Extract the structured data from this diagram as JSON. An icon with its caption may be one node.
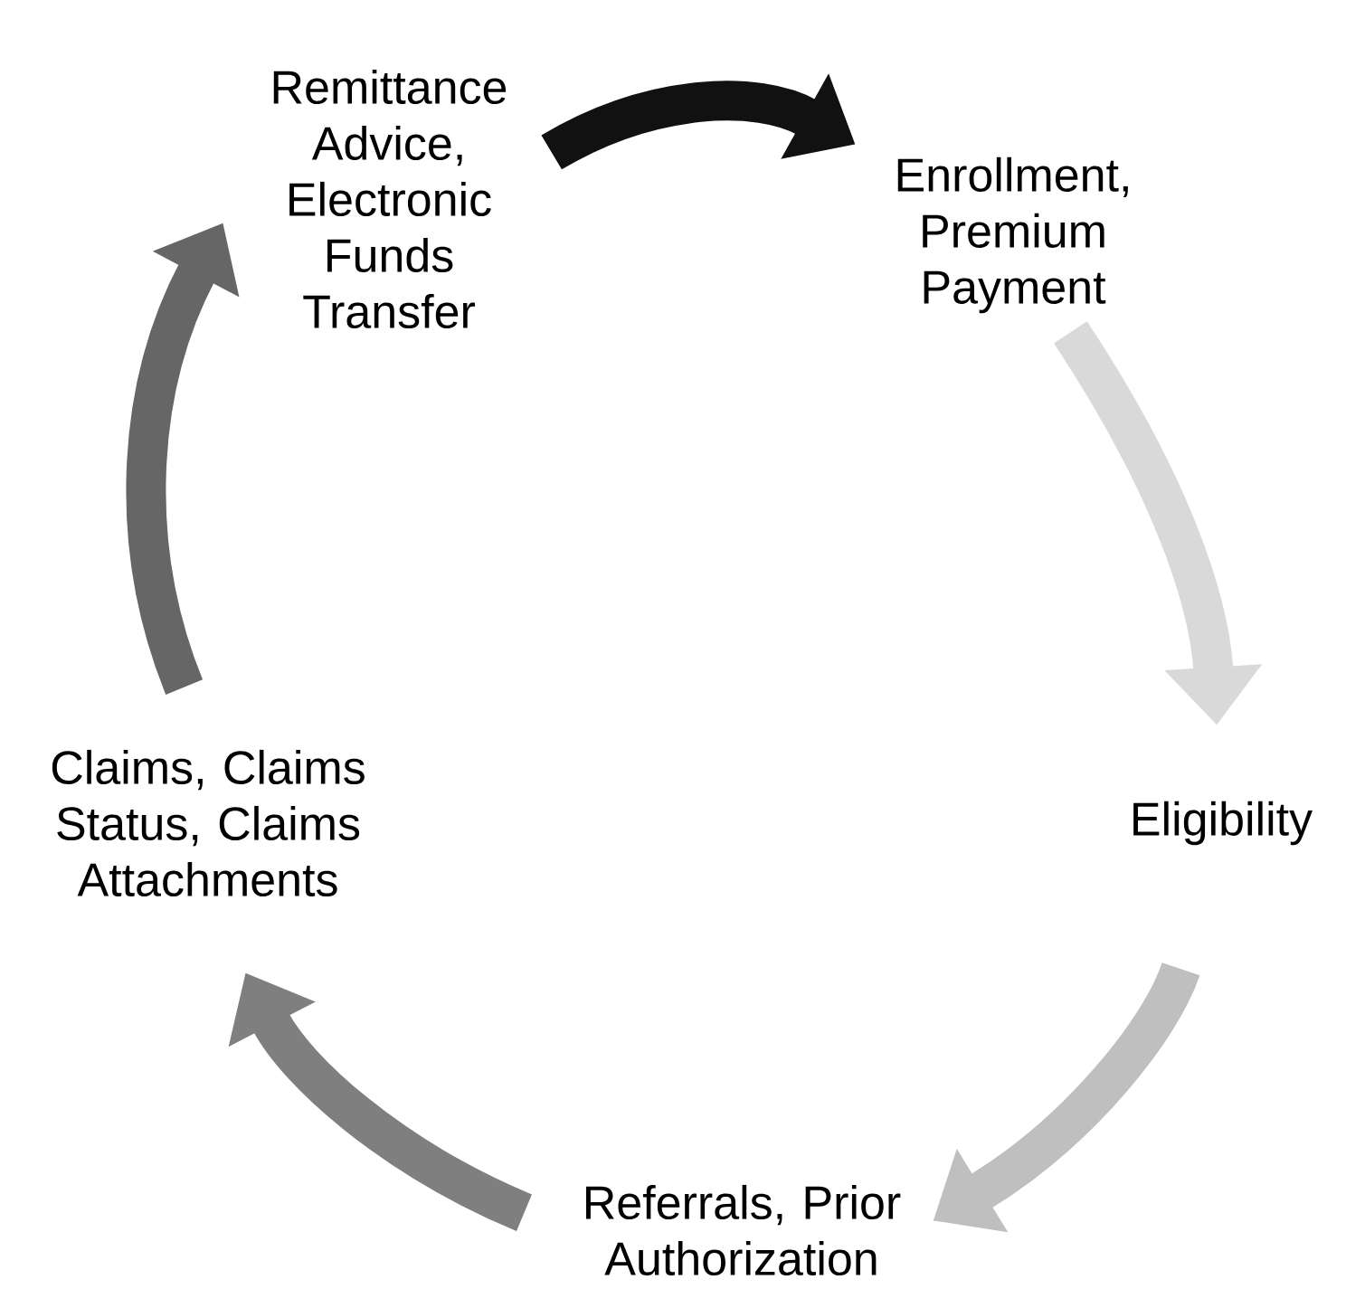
{
  "diagram": {
    "nodes": [
      {
        "text": [
          "Remittance Advice, Electronic Funds Transfer"
        ]
      },
      {
        "text": [
          "Enrollment, Premium Payment"
        ]
      },
      {
        "text": [
          "Eligibility"
        ]
      },
      {
        "text": [
          "Referrals, Prior Authorization"
        ]
      },
      {
        "text": [
          "Claims, Claims Status, Claims Attachments"
        ]
      }
    ],
    "edges": [
      {
        "from": 0,
        "to": 1,
        "arrow": "to",
        "color": "#111111"
      },
      {
        "from": 1,
        "to": 2,
        "arrow": "to",
        "color": "#d9d9d9"
      },
      {
        "from": 2,
        "to": 3,
        "arrow": "to",
        "color": "#bfbfbf"
      },
      {
        "from": 3,
        "to": 4,
        "arrow": "to",
        "color": "#7f7f7f"
      },
      {
        "from": 4,
        "to": 0,
        "arrow": "to",
        "color": "#666666"
      }
    ]
  }
}
